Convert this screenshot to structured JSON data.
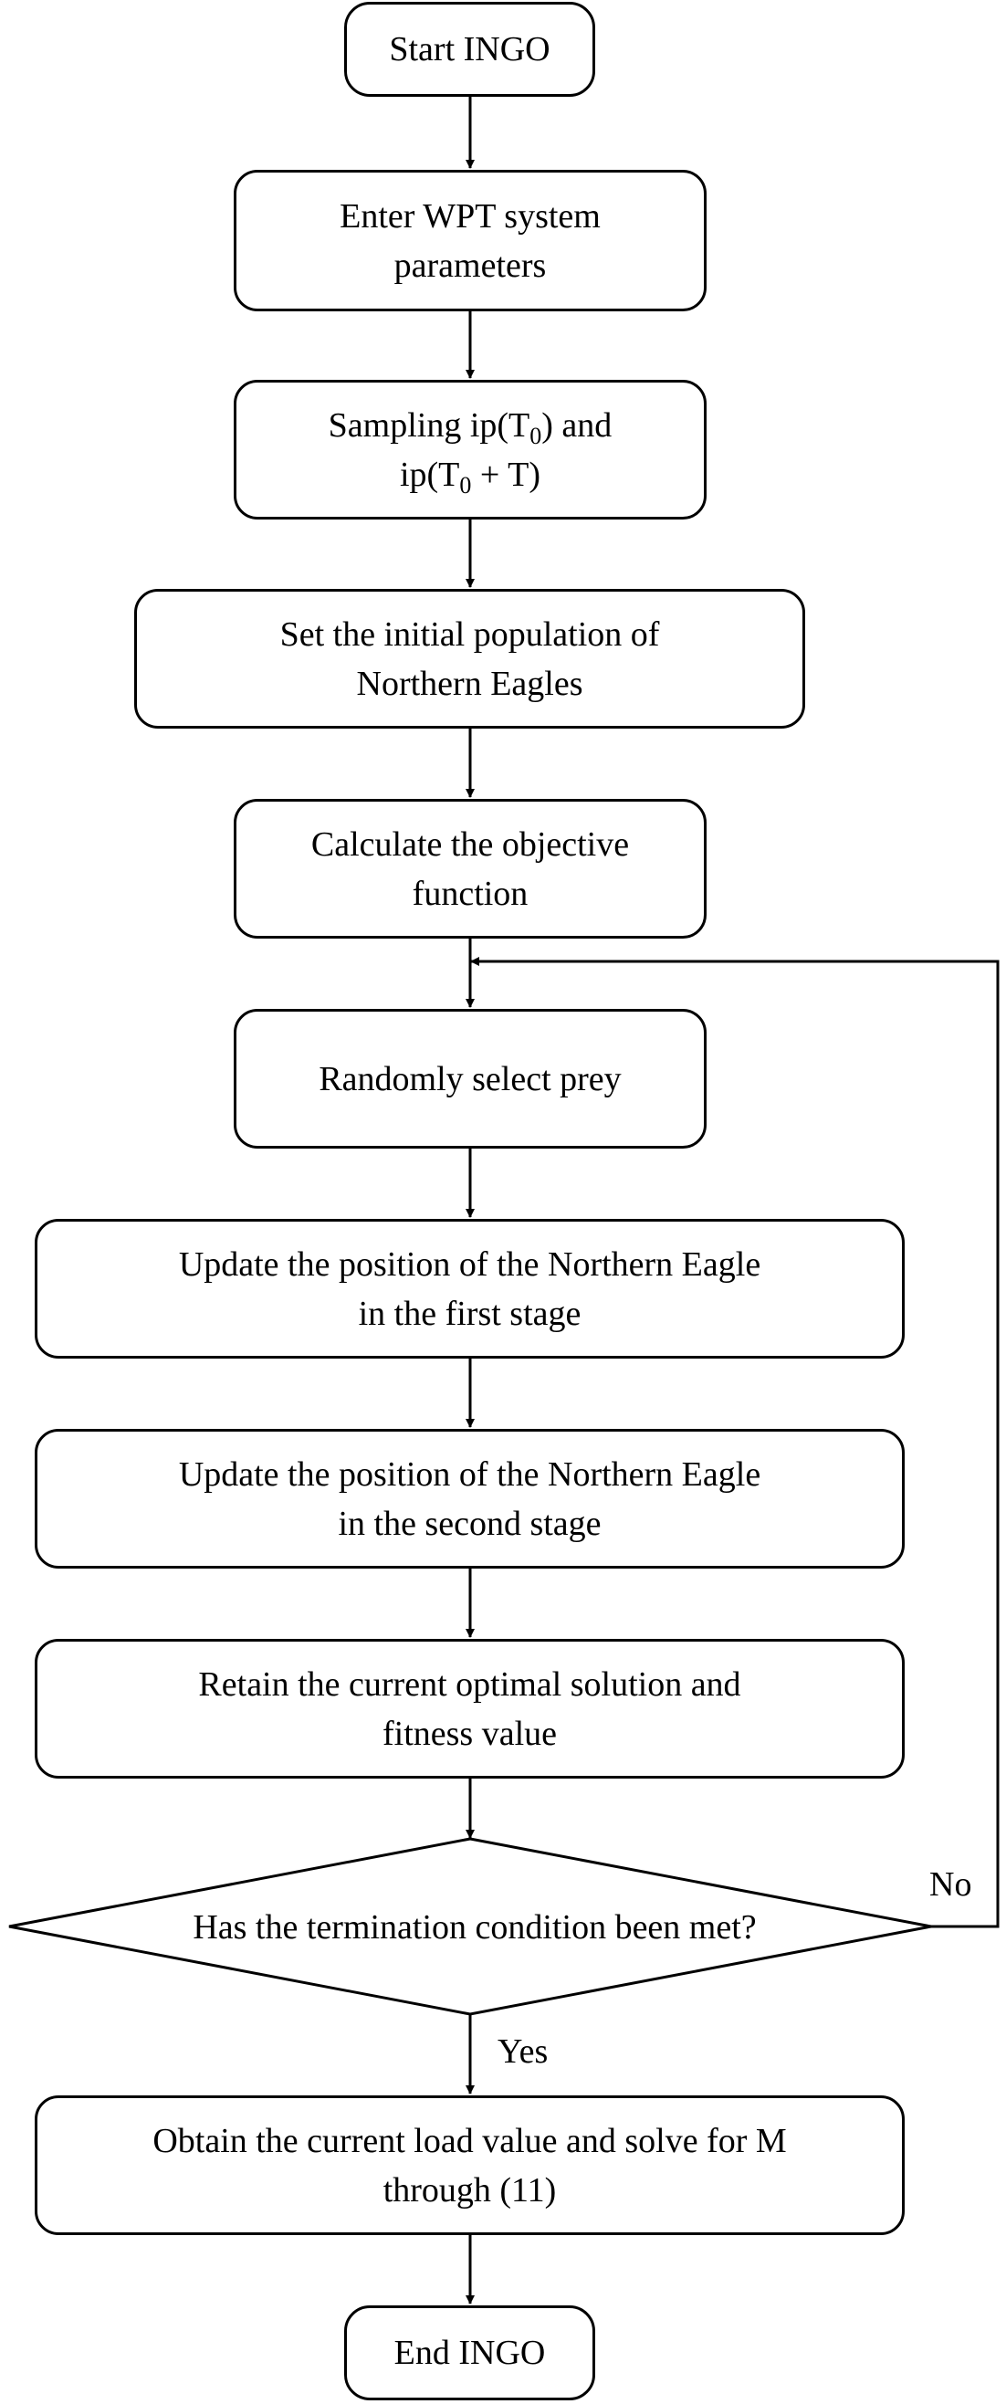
{
  "nodes": {
    "start": "Start INGO",
    "enter_params": [
      "Enter WPT system",
      "parameters"
    ],
    "sampling": {
      "line1_prefix": "Sampling ip(T",
      "line1_sub": "0",
      "line1_suffix": ") and",
      "line2_prefix": "ip(T",
      "line2_sub": "0",
      "line2_suffix": " + T)"
    },
    "init_population": [
      "Set the initial population of",
      "Northern Eagles"
    ],
    "objective": [
      "Calculate the objective",
      "function"
    ],
    "select_prey": "Randomly select prey",
    "update_stage1": [
      "Update the position of the Northern Eagle",
      "in the first stage"
    ],
    "update_stage2": [
      "Update the position of the Northern Eagle",
      "in the second stage"
    ],
    "retain": [
      "Retain the current optimal solution and",
      "fitness value"
    ],
    "decision": "Has the termination condition been met?",
    "obtain": [
      "Obtain the current load value and solve for M",
      "through (11)"
    ],
    "end": "End INGO"
  },
  "edge_labels": {
    "no": "No",
    "yes": "Yes"
  }
}
